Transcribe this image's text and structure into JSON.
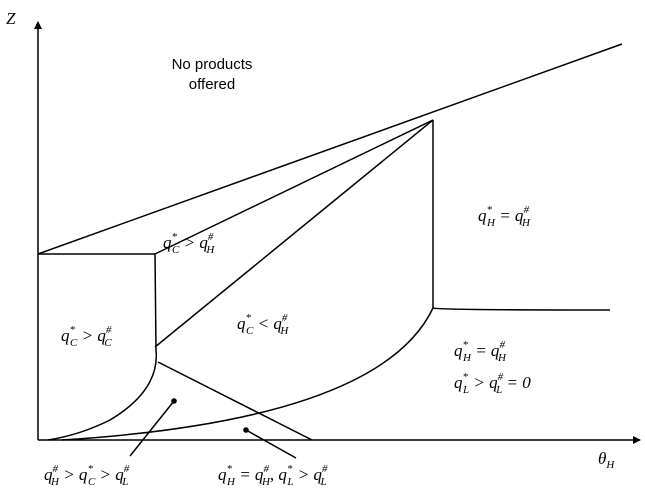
{
  "axes": {
    "y_label": "Z",
    "x_label": {
      "base": "θ",
      "sub": "H"
    }
  },
  "region_labels": {
    "no_products": [
      "No products",
      "offered"
    ],
    "top_right": "q_H^* = q_H^#",
    "middle_upper": "q_C^* > q_H^#",
    "middle_lower": "q_C^* < q_H^#",
    "left": "q_C^* > q_C^#",
    "lower_right_1": "q_H^* = q_H^#",
    "lower_right_2": "q_L^* > q_L^# = 0",
    "bottom_left": "q_H^# > q_C^* > q_L^#",
    "bottom_right": "q_H^* = q_H^#, q_L^* > q_L^#"
  }
}
